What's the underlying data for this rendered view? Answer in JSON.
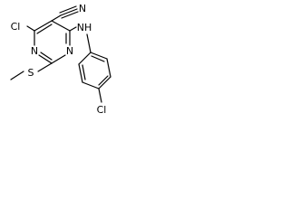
{
  "molecule": {
    "atoms": {
      "cl_top": "Cl",
      "cn_nitrogen": "N",
      "ring_n1": "N",
      "ring_n3": "N",
      "amine_nh": "NH",
      "sulfur": "S",
      "cl_bottom": "Cl"
    },
    "bond_color": "#000000",
    "label_color": "#000000"
  }
}
